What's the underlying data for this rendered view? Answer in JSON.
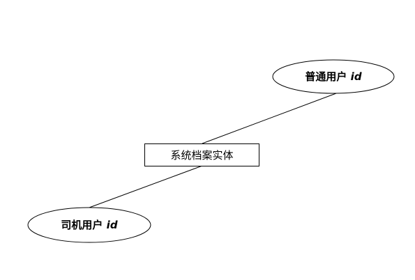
{
  "diagram": {
    "entity": {
      "label": "系统档案实体"
    },
    "attributes": [
      {
        "label": "普通用户",
        "suffix": "id"
      },
      {
        "label": "司机用户",
        "suffix": "id"
      }
    ],
    "colors": {
      "stroke": "#000000",
      "fill": "#ffffff",
      "text": "#000000"
    }
  }
}
